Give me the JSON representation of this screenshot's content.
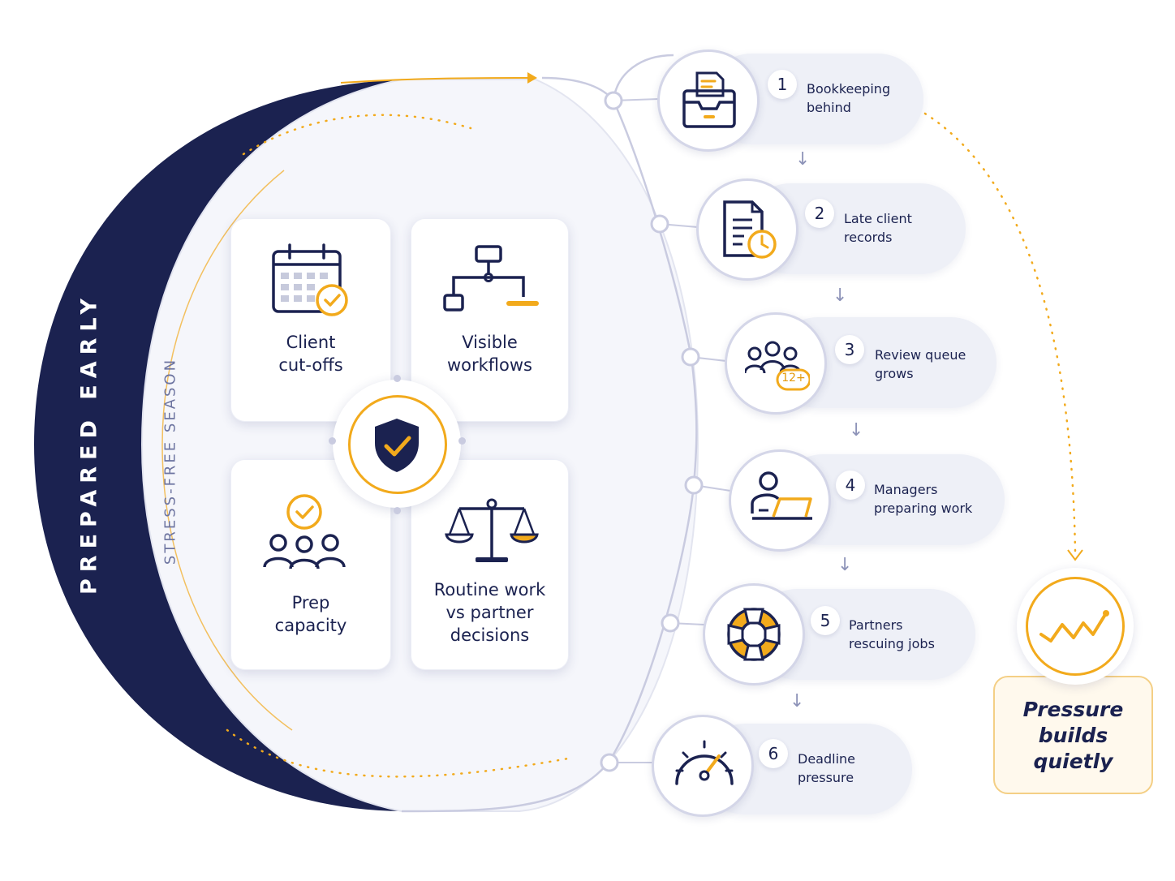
{
  "outer_label": "PREPARED EARLY",
  "inner_label": "STRESS-FREE SEASON",
  "cards": [
    {
      "label": "Client\ncut-offs",
      "icon": "calendar-check-icon"
    },
    {
      "label": "Visible\nworkflows",
      "icon": "workflow-icon"
    },
    {
      "label": "Prep\ncapacity",
      "icon": "team-check-icon"
    },
    {
      "label": "Routine work\nvs partner\ndecisions",
      "icon": "scales-icon"
    }
  ],
  "center_icon": "shield-check-icon",
  "steps": [
    {
      "number": "1",
      "text": "Bookkeeping\nbehind",
      "icon": "inbox-tray-icon"
    },
    {
      "number": "2",
      "text": "Late client\nrecords",
      "icon": "document-clock-icon"
    },
    {
      "number": "3",
      "text": "Review queue\ngrows",
      "icon": "people-queue-icon",
      "badge": "12+"
    },
    {
      "number": "4",
      "text": "Managers\npreparing work",
      "icon": "person-laptop-icon"
    },
    {
      "number": "5",
      "text": "Partners\nrescuing jobs",
      "icon": "lifebuoy-icon"
    },
    {
      "number": "6",
      "text": "Deadline\npressure",
      "icon": "gauge-icon"
    }
  ],
  "outcome": {
    "text": "Pressure\nbuilds\nquietly",
    "icon": "trend-line-icon"
  },
  "colors": {
    "navy": "#1b2250",
    "accent": "#f2aa1c",
    "pill": "#eef0f7",
    "line": "#c9cbe0"
  }
}
